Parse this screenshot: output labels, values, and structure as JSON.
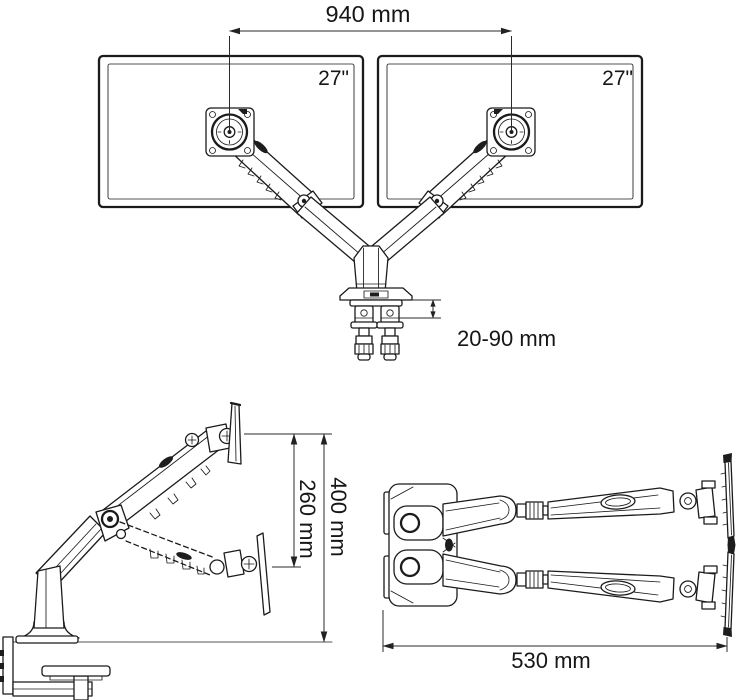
{
  "front_view": {
    "width_dim": "940 mm",
    "left_monitor_size": "27\"",
    "right_monitor_size": "27\"",
    "clamp_range_dim": "20-90 mm"
  },
  "side_view": {
    "lift_dim": "260 mm",
    "height_dim": "400 mm"
  },
  "top_view": {
    "depth_dim": "530 mm"
  },
  "colors": {
    "line": "#1b1b1b",
    "background": "#ffffff"
  }
}
